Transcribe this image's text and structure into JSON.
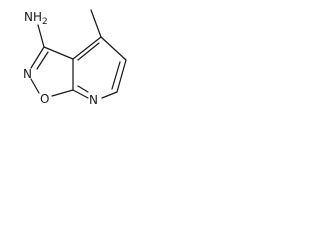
{
  "molecule": {
    "atoms": {
      "amine": "NH",
      "amine_subscript": "2",
      "ring_oxygen": "O",
      "isoxazole_nitrogen": "N",
      "pyridine_nitrogen": "N"
    },
    "colors": {
      "bond": "#1a1a1a",
      "text": "#1a1a1a",
      "background": "#ffffff"
    }
  }
}
